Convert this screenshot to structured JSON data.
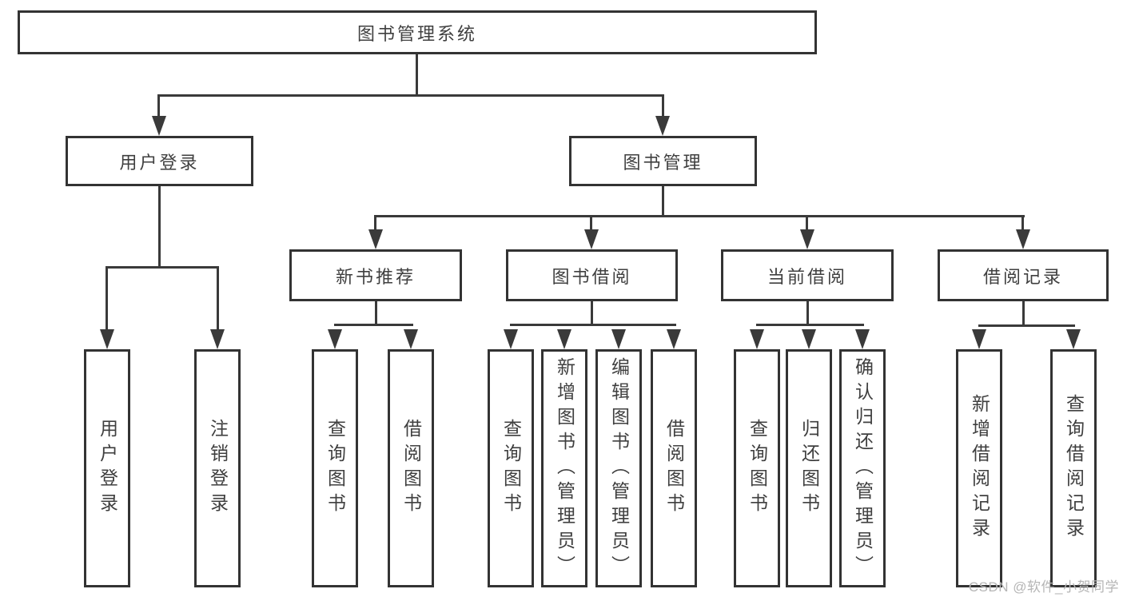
{
  "tree": {
    "root": "图书管理系统",
    "children": [
      {
        "label": "用户登录",
        "children": [
          "用户登录",
          "注销登录"
        ]
      },
      {
        "label": "图书管理",
        "children": [
          {
            "label": "新书推荐",
            "children": [
              "查询图书",
              "借阅图书"
            ]
          },
          {
            "label": "图书借阅",
            "children": [
              "查询图书",
              "新增图书（管理员）",
              "编辑图书（管理员）",
              "借阅图书"
            ]
          },
          {
            "label": "当前借阅",
            "children": [
              "查询图书",
              "归还图书",
              "确认归还（管理员）"
            ]
          },
          {
            "label": "借阅记录",
            "children": [
              "新增借阅记录",
              "查询借阅记录"
            ]
          }
        ]
      }
    ]
  },
  "watermark": {
    "text": "CSDN @软件_小贺同学"
  },
  "colors": {
    "line": "#3a3a3a",
    "box_border": "#333333",
    "text": "#3f3f3f",
    "watermark": "#b5b5b5",
    "background": "#ffffff"
  }
}
